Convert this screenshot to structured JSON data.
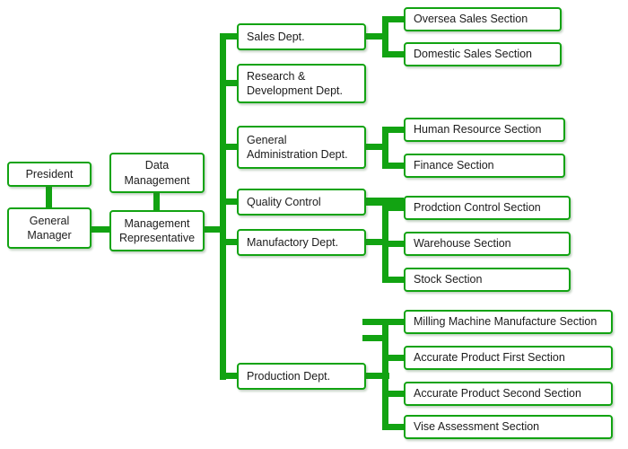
{
  "colors": {
    "accent_green": "#12a312",
    "box_background": "#ffffff",
    "text": "#1c1c1c"
  },
  "diagram_type": "organizational-chart",
  "nodes": {
    "president": {
      "label": "President"
    },
    "general_manager": {
      "label": "General\nManager"
    },
    "data_management": {
      "label": "Data\nManagement"
    },
    "management_representative": {
      "label": "Management\nRepresentative"
    },
    "sales_dept": {
      "label": "Sales Dept."
    },
    "rd_dept": {
      "label": "Research &\nDevelopment Dept."
    },
    "general_admin_dept": {
      "label": "General\nAdministration Dept."
    },
    "quality_control": {
      "label": "Quality Control"
    },
    "manufactory_dept": {
      "label": "Manufactory Dept."
    },
    "production_dept": {
      "label": "Production Dept."
    },
    "oversea_sales": {
      "label": "Oversea Sales Section"
    },
    "domestic_sales": {
      "label": "Domestic Sales Section"
    },
    "human_resource": {
      "label": "Human Resource Section"
    },
    "finance": {
      "label": "Finance Section"
    },
    "production_control": {
      "label": "Prodction Control Section"
    },
    "warehouse": {
      "label": "Warehouse Section"
    },
    "stock": {
      "label": "Stock Section"
    },
    "milling": {
      "label": "Milling Machine Manufacture Section"
    },
    "accurate_first": {
      "label": "Accurate Product First Section"
    },
    "accurate_second": {
      "label": "Accurate Product Second Section"
    },
    "vise": {
      "label": "Vise Assessment Section"
    }
  },
  "edges": [
    [
      "President",
      "General Manager"
    ],
    [
      "Data Management",
      "Management Representative"
    ],
    [
      "General Manager",
      "Management Representative"
    ],
    [
      "Management Representative",
      "Sales Dept."
    ],
    [
      "Management Representative",
      "Research & Development Dept."
    ],
    [
      "Management Representative",
      "General Administration Dept."
    ],
    [
      "Management Representative",
      "Quality Control"
    ],
    [
      "Management Representative",
      "Manufactory Dept."
    ],
    [
      "Management Representative",
      "Production Dept."
    ],
    [
      "Sales Dept.",
      "Oversea Sales Section"
    ],
    [
      "Sales Dept.",
      "Domestic Sales Section"
    ],
    [
      "General Administration Dept.",
      "Human Resource Section"
    ],
    [
      "General Administration Dept.",
      "Finance Section"
    ],
    [
      "Manufactory Dept.",
      "Prodction Control Section"
    ],
    [
      "Manufactory Dept.",
      "Warehouse Section"
    ],
    [
      "Manufactory Dept.",
      "Stock Section"
    ],
    [
      "Production Dept.",
      "Milling Machine Manufacture Section"
    ],
    [
      "Production Dept.",
      "Accurate Product First Section"
    ],
    [
      "Production Dept.",
      "Accurate Product Second Section"
    ],
    [
      "Production Dept.",
      "Vise Assessment Section"
    ]
  ]
}
